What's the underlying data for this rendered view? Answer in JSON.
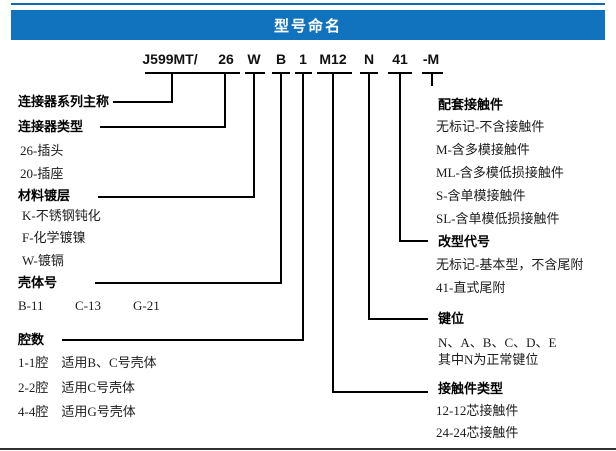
{
  "header": {
    "title": "型号命名"
  },
  "colors": {
    "header_bar": "#1173be",
    "top_rule": "#1268b2",
    "connector_line": "#000000",
    "bottom_rule": "#303030",
    "header_text": "#ffffff"
  },
  "part_number": {
    "full_code": "J599MT/ 26 W B 1 M12 N 41 -M",
    "segments": [
      "J599MT/",
      "26",
      "W",
      "B",
      "1",
      "M12",
      "N",
      "41",
      "-M"
    ]
  },
  "left_sections": [
    {
      "label": "连接器系列主称",
      "items": []
    },
    {
      "label": "连接器类型",
      "items": [
        "26-插头",
        "20-插座"
      ]
    },
    {
      "label": "材料镀层",
      "items": [
        "K-不锈钢钝化",
        "F-化学镀镍",
        "W-镀镉"
      ]
    },
    {
      "label": "壳体号",
      "items": [
        "B-11",
        "C-13",
        "G-21"
      ]
    },
    {
      "label": "腔数",
      "items": [
        "1-1腔　适用B、C号壳体",
        "2-2腔　适用C号壳体",
        "4-4腔　适用G号壳体"
      ]
    }
  ],
  "right_sections": [
    {
      "label": "配套接触件",
      "items": [
        "无标记-不含接触件",
        "M-含多模接触件",
        "ML-含多模低损接触件",
        "S-含单模接触件",
        "SL-含单模低损接触件"
      ]
    },
    {
      "label": "改型代号",
      "items": [
        "无标记-基本型，不含尾附",
        "41-直式尾附"
      ]
    },
    {
      "label": "键位",
      "items": [
        "N、A、B、C、D、E",
        "其中N为正常键位"
      ]
    },
    {
      "label": "接触件类型",
      "items": [
        "12-12芯接触件",
        "24-24芯接触件"
      ]
    }
  ]
}
